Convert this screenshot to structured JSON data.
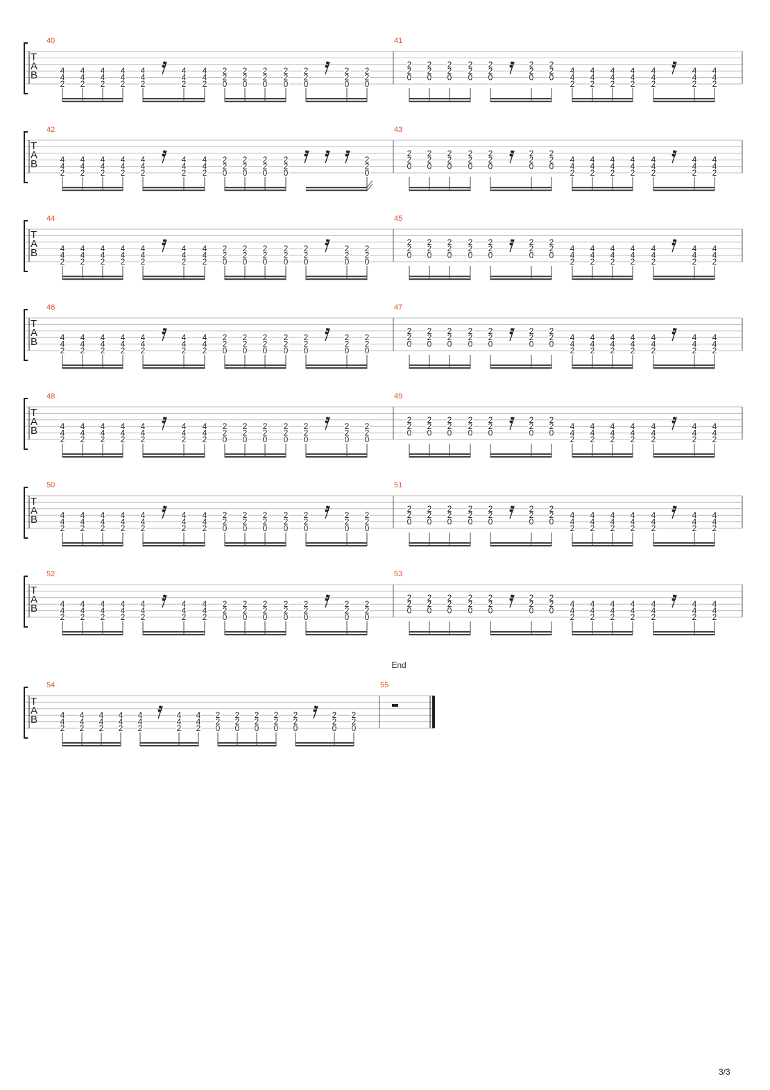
{
  "document": {
    "type": "guitar-tablature",
    "page_number": "3/3",
    "end_marker": "End",
    "tab_clef": [
      "T",
      "A",
      "B"
    ]
  },
  "colors": {
    "measure_number": "#e0502a",
    "staff_line": "#bbbbbb",
    "ink": "#222222"
  },
  "patterns": {
    "A": [
      [
        "4",
        "4",
        "2"
      ],
      [
        "4",
        "4",
        "2"
      ],
      [
        "4",
        "4",
        "2"
      ],
      [
        "4",
        "4",
        "2"
      ],
      [
        "4",
        "4",
        "2"
      ],
      "rest",
      [
        "4",
        "4",
        "2"
      ],
      [
        "4",
        "4",
        "2"
      ],
      [
        "2",
        "2",
        "0"
      ],
      [
        "2",
        "2",
        "0"
      ],
      [
        "2",
        "2",
        "0"
      ],
      [
        "2",
        "2",
        "0"
      ],
      [
        "2",
        "2",
        "0"
      ],
      "rest",
      [
        "2",
        "2",
        "0"
      ],
      [
        "2",
        "2",
        "0"
      ]
    ],
    "B": [
      [
        "2",
        "2",
        "0"
      ],
      [
        "2",
        "2",
        "0"
      ],
      [
        "2",
        "2",
        "0"
      ],
      [
        "2",
        "2",
        "0"
      ],
      [
        "2",
        "2",
        "0"
      ],
      "rest",
      [
        "2",
        "2",
        "0"
      ],
      [
        "2",
        "2",
        "0"
      ],
      [
        "4",
        "4",
        "2"
      ],
      [
        "4",
        "4",
        "2"
      ],
      [
        "4",
        "4",
        "2"
      ],
      [
        "4",
        "4",
        "2"
      ],
      [
        "4",
        "4",
        "2"
      ],
      "rest",
      [
        "4",
        "4",
        "2"
      ],
      [
        "4",
        "4",
        "2"
      ]
    ],
    "C": [
      [
        "4",
        "4",
        "2"
      ],
      [
        "4",
        "4",
        "2"
      ],
      [
        "4",
        "4",
        "2"
      ],
      [
        "4",
        "4",
        "2"
      ],
      [
        "4",
        "4",
        "2"
      ],
      "rest",
      [
        "4",
        "4",
        "2"
      ],
      [
        "4",
        "4",
        "2"
      ],
      [
        "2",
        "2",
        "0"
      ],
      [
        "2",
        "2",
        "0"
      ],
      [
        "2",
        "2",
        "0"
      ],
      [
        "2",
        "2",
        "0"
      ],
      "rest",
      "rest",
      "rest",
      [
        "2",
        "2",
        "0"
      ]
    ]
  },
  "systems": [
    {
      "measures": [
        {
          "number": "40",
          "pattern": "A"
        },
        {
          "number": "41",
          "pattern": "B"
        }
      ]
    },
    {
      "measures": [
        {
          "number": "42",
          "pattern": "C"
        },
        {
          "number": "43",
          "pattern": "B"
        }
      ]
    },
    {
      "measures": [
        {
          "number": "44",
          "pattern": "A"
        },
        {
          "number": "45",
          "pattern": "B"
        }
      ]
    },
    {
      "measures": [
        {
          "number": "46",
          "pattern": "A"
        },
        {
          "number": "47",
          "pattern": "B"
        }
      ]
    },
    {
      "measures": [
        {
          "number": "48",
          "pattern": "A"
        },
        {
          "number": "49",
          "pattern": "B"
        }
      ]
    },
    {
      "measures": [
        {
          "number": "50",
          "pattern": "A"
        },
        {
          "number": "51",
          "pattern": "B"
        }
      ]
    },
    {
      "measures": [
        {
          "number": "52",
          "pattern": "A"
        },
        {
          "number": "53",
          "pattern": "B"
        }
      ]
    },
    {
      "measures": [
        {
          "number": "54",
          "pattern": "A"
        },
        {
          "number": "55",
          "pattern": "whole-rest",
          "final": true
        }
      ]
    }
  ]
}
